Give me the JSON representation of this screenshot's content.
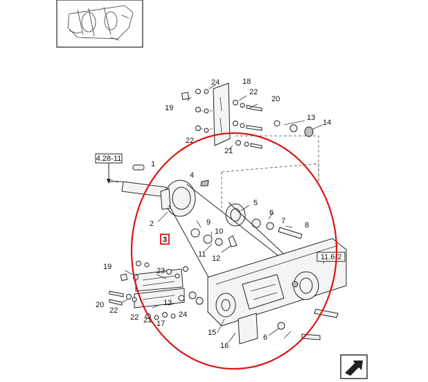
{
  "references": {
    "top_left_ref": "4.28-11",
    "right_ref": "11.6-2"
  },
  "highlight": {
    "label": "3",
    "color": "#e01010"
  },
  "callouts": [
    "1",
    "2",
    "4",
    "5",
    "6",
    "7",
    "8",
    "9",
    "10",
    "11",
    "12",
    "13",
    "14",
    "15",
    "16",
    "17",
    "18",
    "19",
    "20",
    "21",
    "22",
    "23",
    "24"
  ],
  "labels": {
    "n1": "1",
    "n2": "2",
    "n4": "4",
    "n5": "5",
    "n6a": "6",
    "n7": "7",
    "n8": "8",
    "n9": "9",
    "n10": "10",
    "n11": "11",
    "n12": "12",
    "n13a": "13",
    "n13b": "13",
    "n14": "14",
    "n15": "15",
    "n16": "16",
    "n17": "17",
    "n18": "18",
    "n19a": "19",
    "n19b": "19",
    "n20a": "20",
    "n20b": "20",
    "n21a": "21",
    "n21b": "21",
    "n22a": "22",
    "n22b": "22",
    "n22c": "22",
    "n22d": "22",
    "n23": "23",
    "n24a": "24",
    "n24b": "24",
    "n6b": "6"
  },
  "colors": {
    "circle": "#dd1111",
    "ink": "#222222"
  },
  "icons": {
    "thumbnail": "machine-overview-thumbnail",
    "nav": "arrow-next-page-icon"
  }
}
